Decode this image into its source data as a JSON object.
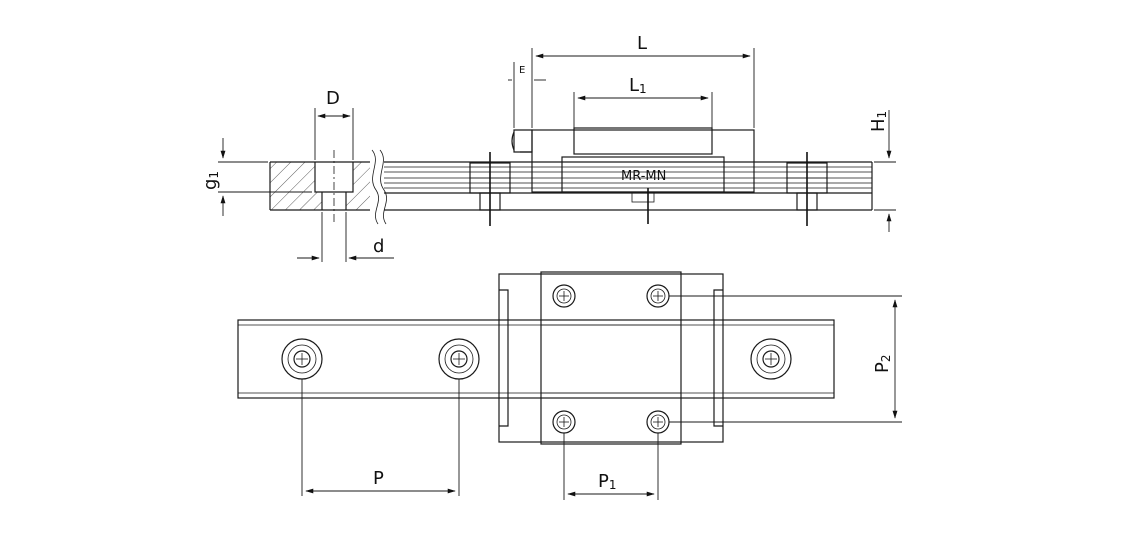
{
  "model_label": "MR-MN",
  "dimensions": {
    "L": "L",
    "L1_main": "L",
    "L1_sub": "1",
    "E": "E",
    "H1_main": "H",
    "H1_sub": "1",
    "D": "D",
    "d": "d",
    "g1_main": "g",
    "g1_sub": "1",
    "P": "P",
    "P1_main": "P",
    "P1_sub": "1",
    "P2_main": "P",
    "P2_sub": "2"
  },
  "colors": {
    "line": "#1a1a1a",
    "background": "#ffffff"
  }
}
